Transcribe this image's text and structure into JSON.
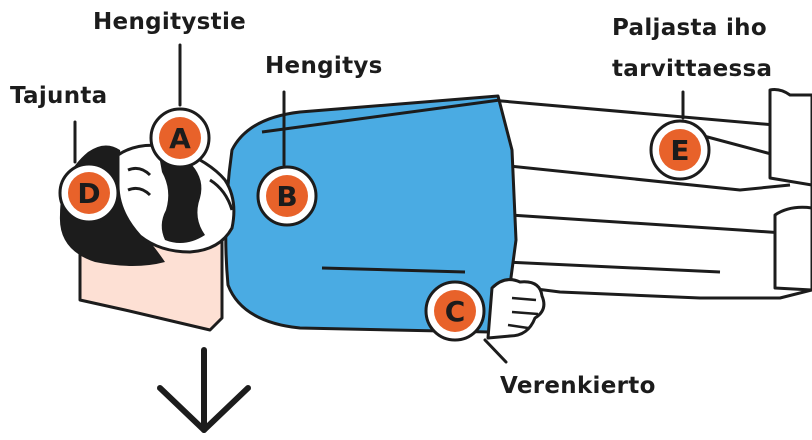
{
  "colors": {
    "marker_fill": "#e8622a",
    "marker_ring": "#1c1c1c",
    "shirt": "#4aabe3",
    "pillow": "#fde0d4",
    "outline": "#1c1c1c",
    "skin": "#ffffff"
  },
  "labels": {
    "hengitystie": "Hengitystie",
    "hengitys": "Hengitys",
    "tajunta": "Tajunta",
    "paljasta_line1": "Paljasta iho",
    "paljasta_line2": "tarvittaessa",
    "verenkierto": "Verenkierto"
  },
  "markers": {
    "a": "A",
    "b": "B",
    "c": "C",
    "d": "D",
    "e": "E"
  },
  "icons": {
    "arrow": "arrow-down-icon"
  }
}
